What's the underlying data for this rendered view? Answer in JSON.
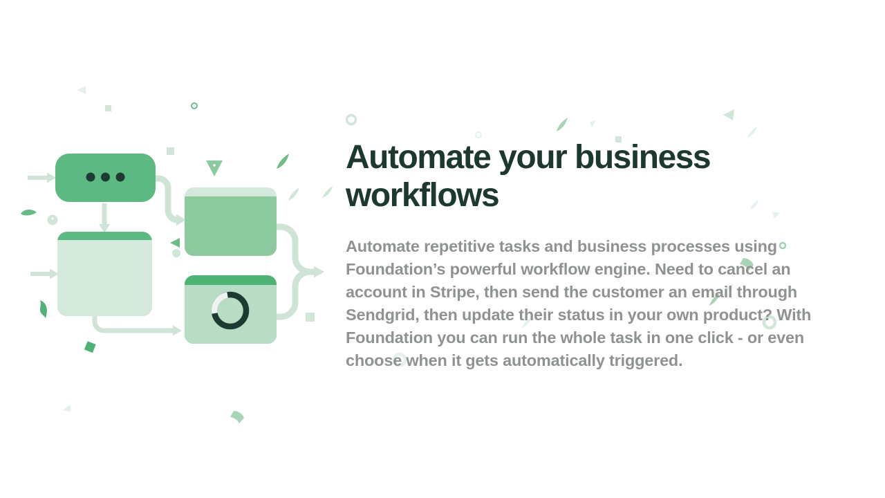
{
  "hero": {
    "title": "Automate your business workflows",
    "description": "Automate repetitive tasks and business processes using Foundation’s powerful workflow engine. Need to cancel an account in Stripe, then send the customer an email through Sendgrid, then update their status in your own product? With Foundation you can run the whole task in one click - or even choose when it gets automatically triggered."
  },
  "illustration": {
    "name": "workflow-diagram",
    "nodes": [
      {
        "id": "trigger-node",
        "icon": "ellipsis-dots-icon"
      },
      {
        "id": "step-node-1",
        "icon": "none"
      },
      {
        "id": "step-node-2",
        "icon": "none"
      },
      {
        "id": "step-node-3",
        "icon": "loading-spinner-icon"
      }
    ],
    "connections": [
      "in-to-trigger",
      "trigger-down-to-step1",
      "in-to-step1",
      "trigger-curve-to-step2",
      "step1-curve-to-step3",
      "step2-merge-out",
      "step3-merge-out",
      "merged-out-arrow"
    ]
  },
  "colors": {
    "background": "#ffffff",
    "heading_text": "#1d392f",
    "body_text": "#8f9390",
    "arrow": "#cfe4d6",
    "node_green": "#5cb981",
    "node_light": "#d5e8dc",
    "node_medium": "#8ecaa0",
    "node_pale": "#b9dcc4",
    "node_header_dark": "#4eb476",
    "ink_dark": "#1e3b33",
    "spinner_track": "#eef5f1",
    "confetti_strong": "#4fb377",
    "confetti_medium": "#a8d5b6",
    "confetti_light": "#cfe6d8",
    "confetti_faint": "#e3f1e8",
    "ring_strong": "#6abd89",
    "ring_medium": "#9ed2b0"
  }
}
